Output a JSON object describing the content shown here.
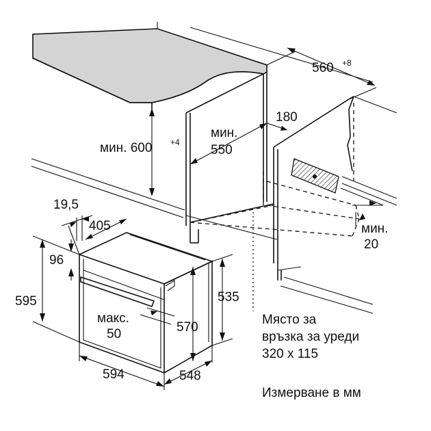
{
  "dimensions": {
    "countertop_width": "560",
    "countertop_width_tolerance": "+8",
    "gap_min_prefix": "мин.",
    "gap_min_value": "550",
    "height_min": "мин. 600",
    "height_tolerance": "+4",
    "depth_180": "180",
    "depth_min_prefix": "мин.",
    "depth_min_value": "20",
    "panel_19_5": "19,5",
    "width_405": "405",
    "height_96": "96",
    "height_595": "595",
    "height_535": "535",
    "height_570": "570",
    "max_prefix": "макс.",
    "max_value": "50",
    "width_594": "594",
    "depth_548": "548"
  },
  "notes": {
    "connection_line1": "Място за",
    "connection_line2": "връзка за уреди",
    "connection_line3": "320 x 115",
    "units": "Измерване в мм"
  }
}
